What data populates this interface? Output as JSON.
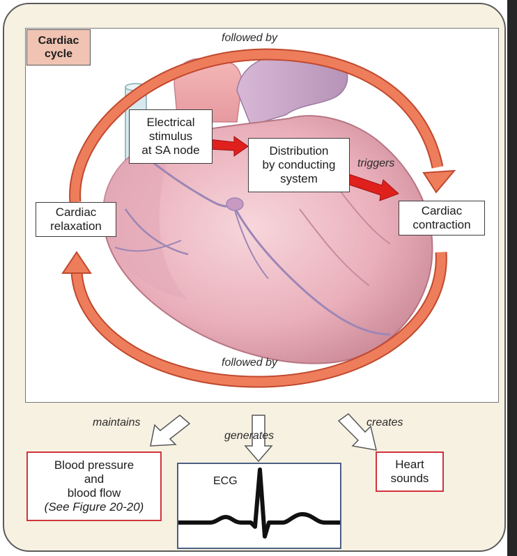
{
  "cycle_tag": [
    "Cardiac",
    "cycle"
  ],
  "arcs": {
    "top_label": "followed by",
    "bottom_label": "followed by",
    "trigger_label": "triggers"
  },
  "nodes": {
    "stimulus": [
      "Electrical",
      "stimulus",
      "at SA node"
    ],
    "distribution": [
      "Distribution",
      "by conducting",
      "system"
    ],
    "contraction": [
      "Cardiac",
      "contraction"
    ],
    "relaxation": [
      "Cardiac",
      "relaxation"
    ]
  },
  "outputs": {
    "maintains_label": "maintains",
    "generates_label": "generates",
    "creates_label": "creates",
    "blood": [
      "Blood pressure",
      "and",
      "blood flow",
      "(See Figure 20-20)"
    ],
    "ecg": "ECG",
    "sounds": [
      "Heart",
      "sounds"
    ]
  },
  "colors": {
    "arc": "#ee7d5c",
    "arc_stroke": "#c0482d",
    "trigger_arrow": "#e0201c",
    "output_border": "#d0333a",
    "ecg_border": "#4a5f83"
  }
}
